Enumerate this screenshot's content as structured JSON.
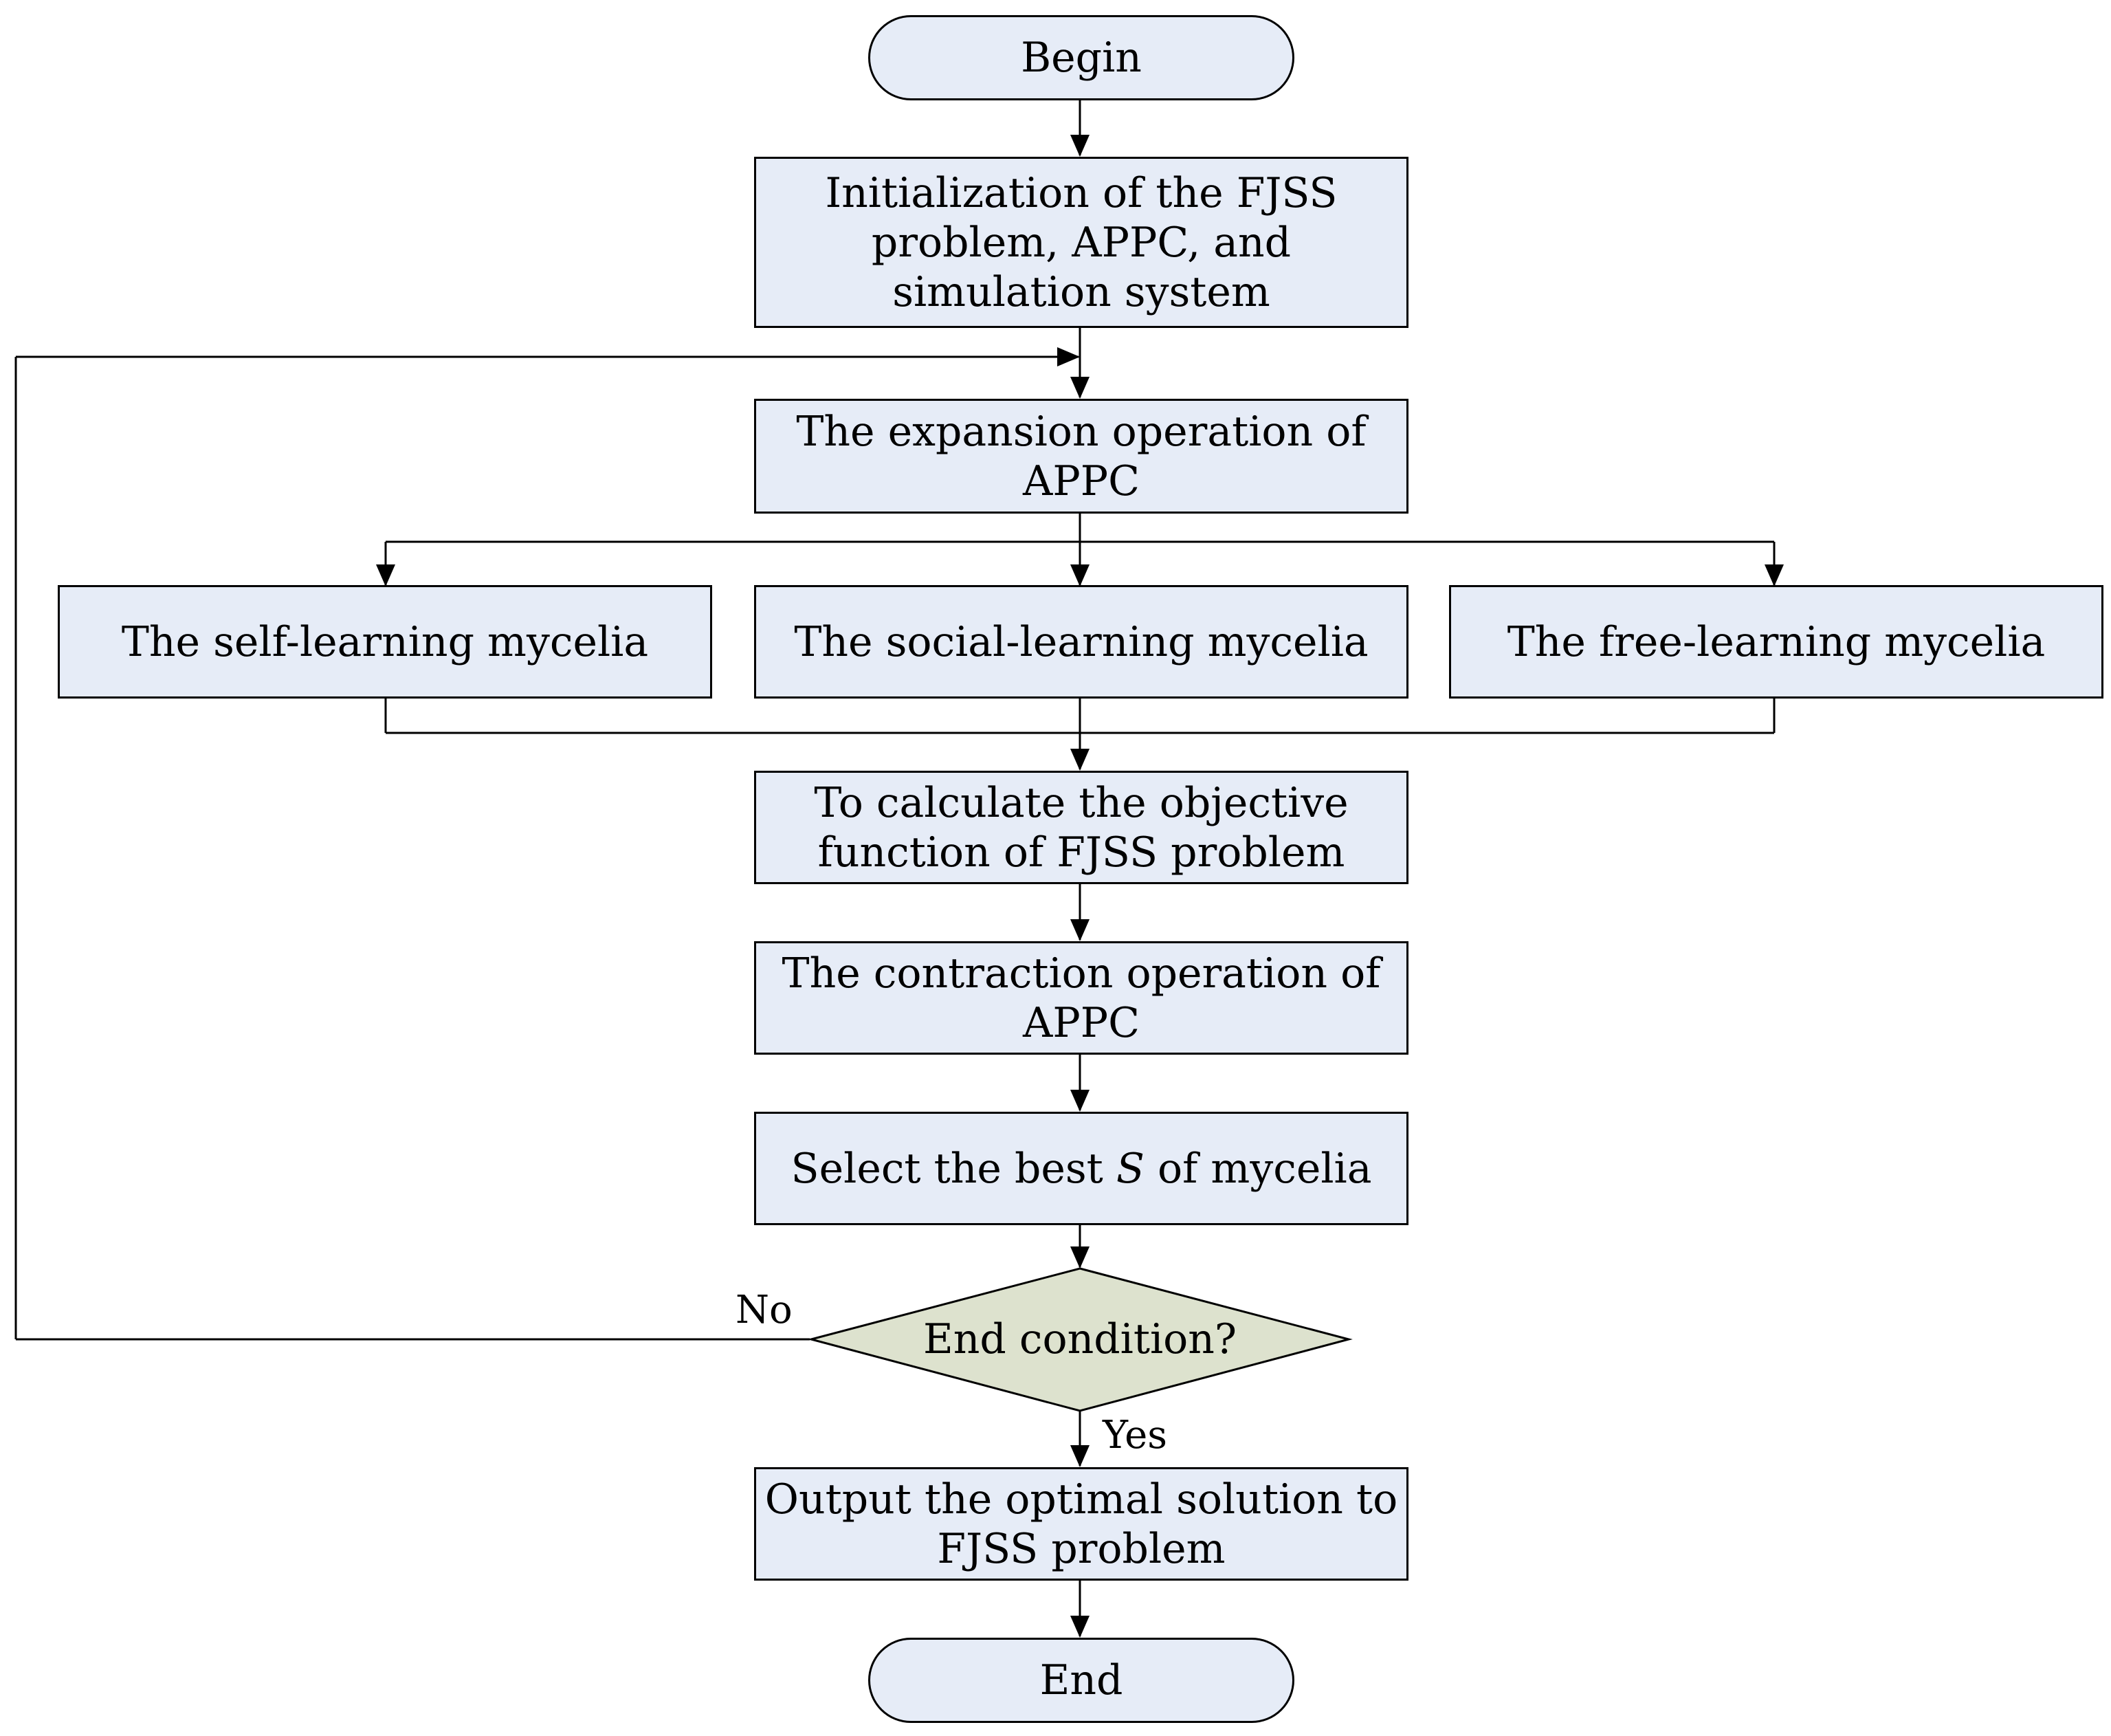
{
  "colors": {
    "process_fill": "#E6ECF7",
    "decision_fill": "#DDE2CE",
    "stroke": "#000000"
  },
  "nodes": {
    "begin": "Begin",
    "init": "Initialization of the FJSS\nproblem, APPC, and\nsimulation system",
    "expansion": "The expansion operation of\nAPPC",
    "self_learning": "The self-learning mycelia",
    "social_learning": "The social-learning mycelia",
    "free_learning": "The free-learning mycelia",
    "objective": "To calculate the objective\nfunction of FJSS problem",
    "contraction": "The contraction operation of\nAPPC",
    "select_before": "Select the best ",
    "select_var": "S",
    "select_after": " of mycelia",
    "decision": "End condition?",
    "output": "Output the optimal solution to\nFJSS problem",
    "end": "End"
  },
  "edge_labels": {
    "no": "No",
    "yes": "Yes"
  }
}
